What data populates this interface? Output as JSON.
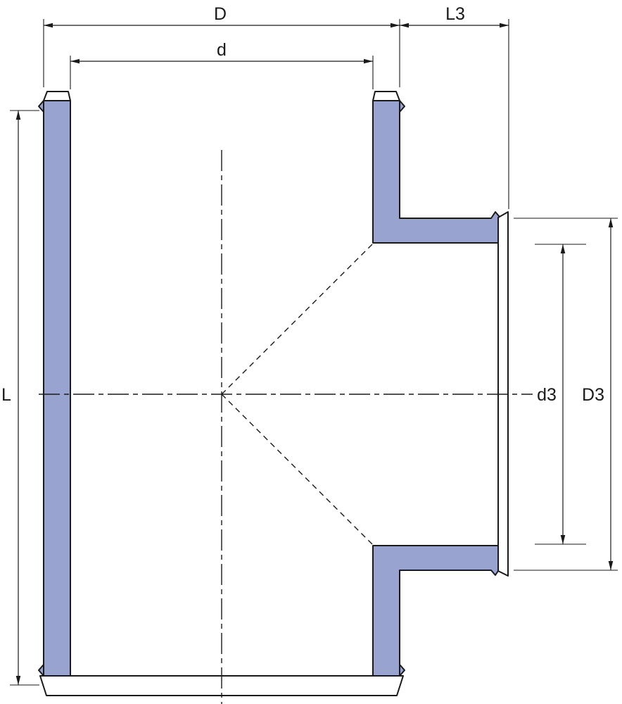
{
  "diagram": {
    "labels": {
      "outer_diameter": "D",
      "inner_diameter": "d",
      "branch_length": "L3",
      "body_length": "L",
      "branch_inner_diameter": "d3",
      "branch_outer_diameter": "D3"
    },
    "colors": {
      "wall_fill": "#99A3CF",
      "line": "#1A1A1A",
      "background": "#FFFFFF"
    }
  }
}
